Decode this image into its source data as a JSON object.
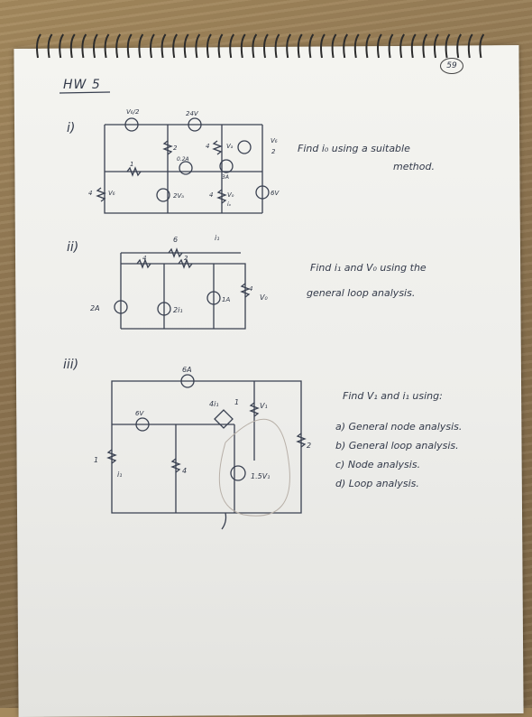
{
  "header": {
    "title": "HW 5",
    "page_number": "59"
  },
  "problems": [
    {
      "number": "i)",
      "task": "Find i₀ using a suitable",
      "task2": "method.",
      "labels": {
        "vb_over_2": "V₆/2",
        "v24": "24V",
        "r2": "2",
        "r1": "1",
        "r4a": "4",
        "va": "Vₐ",
        "cur02": "0.2A",
        "cur3": "3A",
        "r4b": "4",
        "vb": "V₆",
        "dep2va": "2Vₐ",
        "r4c": "4",
        "vc": "Vₒ",
        "ic": "iₒ",
        "v6": "6V",
        "vb2": "V₆",
        "half": "2"
      }
    },
    {
      "number": "ii)",
      "task": "Find i₁ and V₀ using the",
      "task2": "general loop analysis.",
      "labels": {
        "r6": "6",
        "i1": "i₁",
        "r4": "4",
        "r2": "2",
        "cur2": "2A",
        "dep2i": "2i₁",
        "cur1": "1A",
        "r4o": "4",
        "vo": "V₀"
      }
    },
    {
      "number": "iii)",
      "task": "Find V₁ and i₁ using:",
      "items": [
        "a) General node analysis.",
        "b) General loop analysis.",
        "c) Node analysis.",
        "d) Loop analysis."
      ],
      "labels": {
        "cur6": "6A",
        "v6": "6V",
        "r1": "1",
        "i1": "i₁",
        "r4": "4",
        "dep4i": "4i₁",
        "r1b": "1",
        "v1": "V₁",
        "dep15": "1.5V₁",
        "r2": "2"
      }
    }
  ]
}
